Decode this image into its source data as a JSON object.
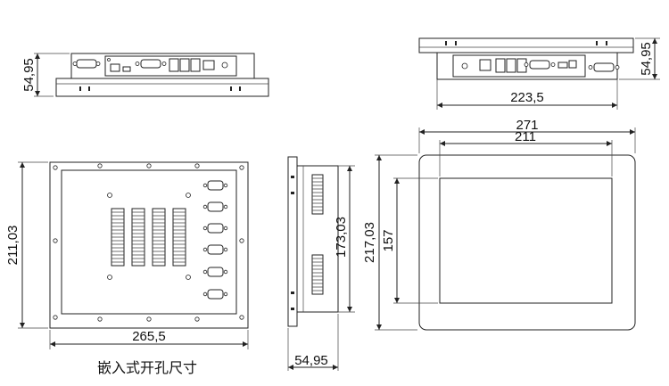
{
  "dimensions": {
    "top_left_height": "54,95",
    "top_right_height": "54,95",
    "top_right_width": "223,5",
    "front_outer_width": "271",
    "front_inner_width": "211",
    "front_outer_height": "217,03",
    "front_inner_height": "157",
    "back_height": "211,03",
    "back_width": "265,5",
    "side_height": "173,03",
    "side_depth": "54,95"
  },
  "caption": "嵌入式开孔尺寸"
}
